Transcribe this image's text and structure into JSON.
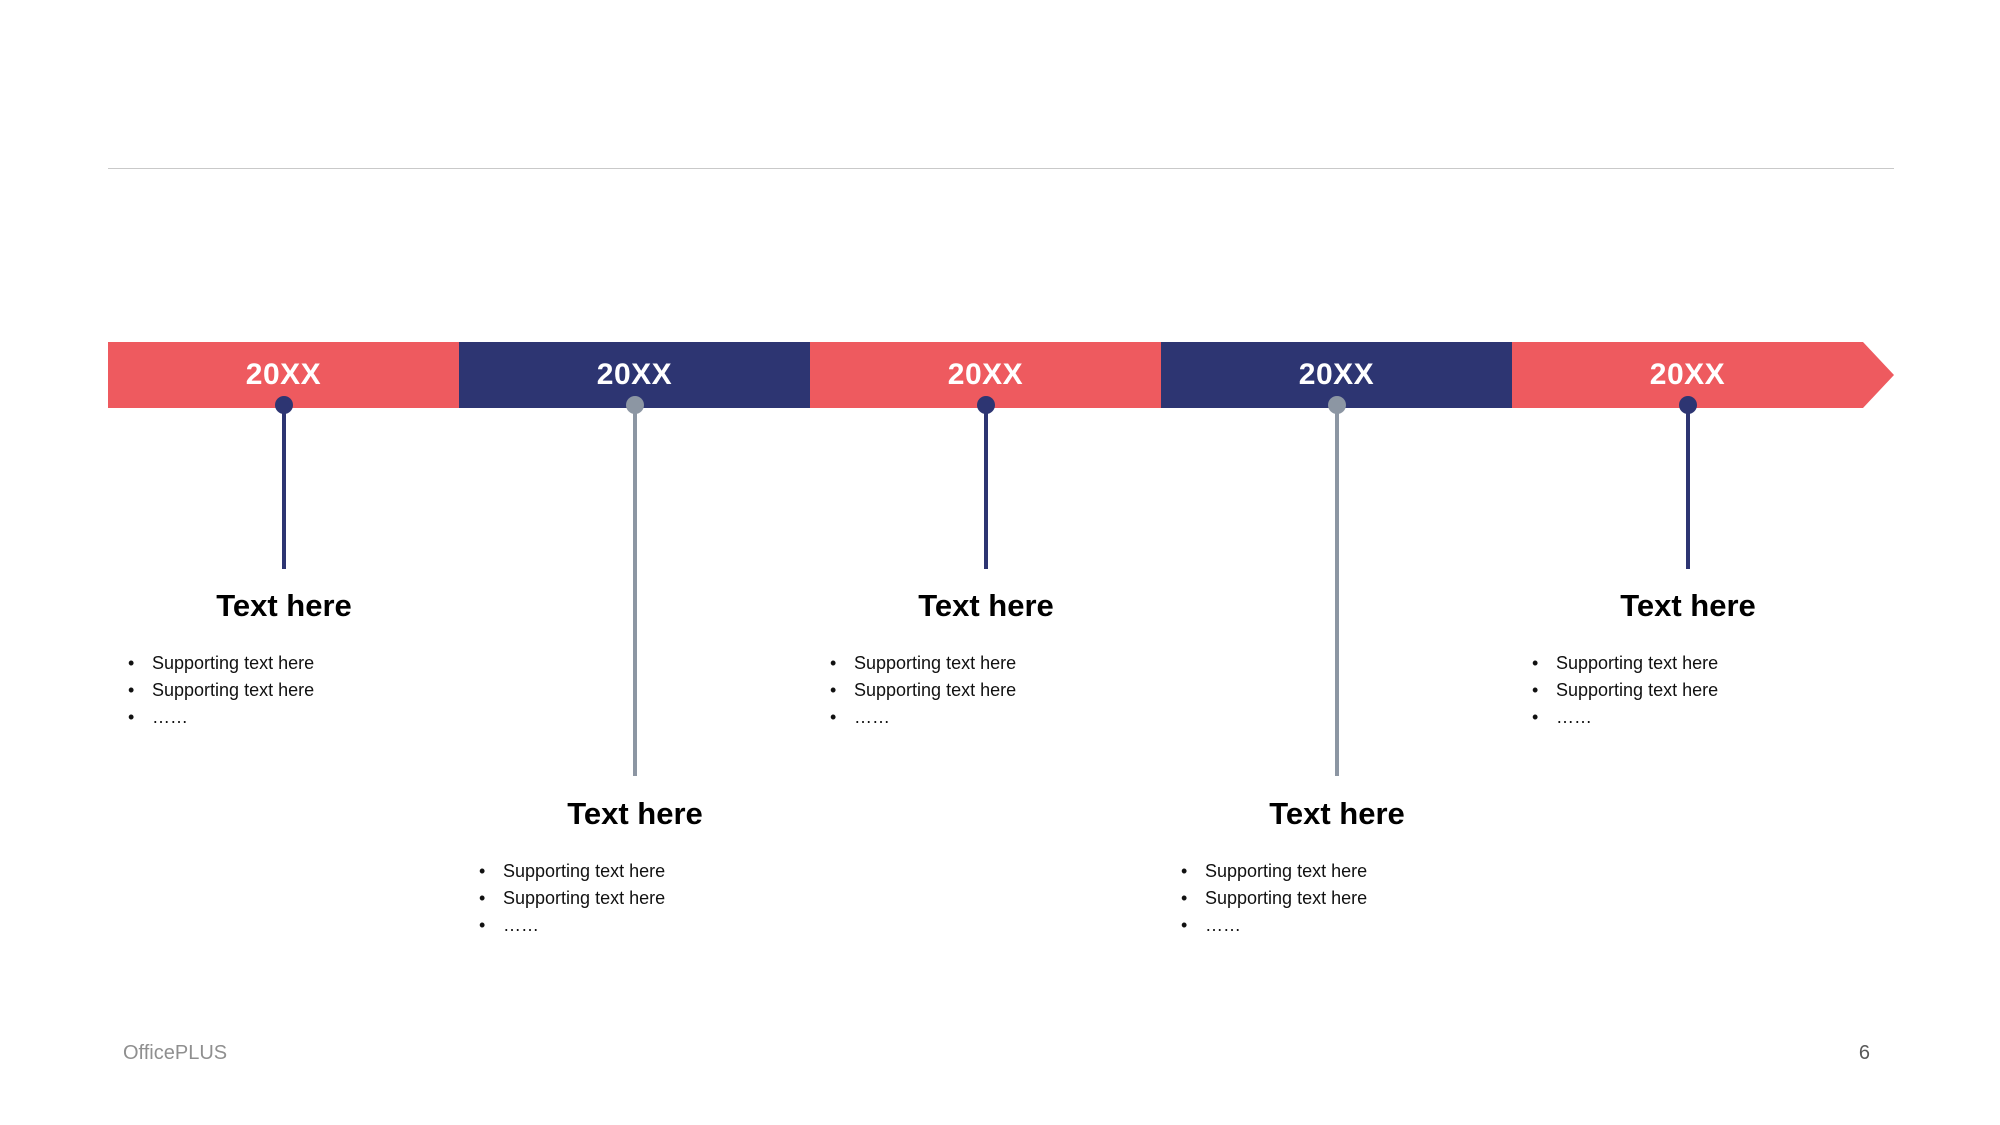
{
  "footer": {
    "brand": "OfficePLUS",
    "page_number": "6"
  },
  "colors": {
    "red": "#EE5A5F",
    "navy": "#2D3572",
    "gray": "#8C96A3",
    "divider": "#C9C9C9"
  },
  "milestones": [
    {
      "year": "20XX",
      "title": "Text here",
      "bullets": [
        "Supporting text here",
        "Supporting text here",
        "……"
      ]
    },
    {
      "year": "20XX",
      "title": "Text here",
      "bullets": [
        "Supporting text here",
        "Supporting text here",
        "……"
      ]
    },
    {
      "year": "20XX",
      "title": "Text here",
      "bullets": [
        "Supporting text here",
        "Supporting text here",
        "……"
      ]
    },
    {
      "year": "20XX",
      "title": "Text here",
      "bullets": [
        "Supporting text here",
        "Supporting text here",
        "……"
      ]
    },
    {
      "year": "20XX",
      "title": "Text here",
      "bullets": [
        "Supporting text here",
        "Supporting text here",
        "……"
      ]
    }
  ]
}
